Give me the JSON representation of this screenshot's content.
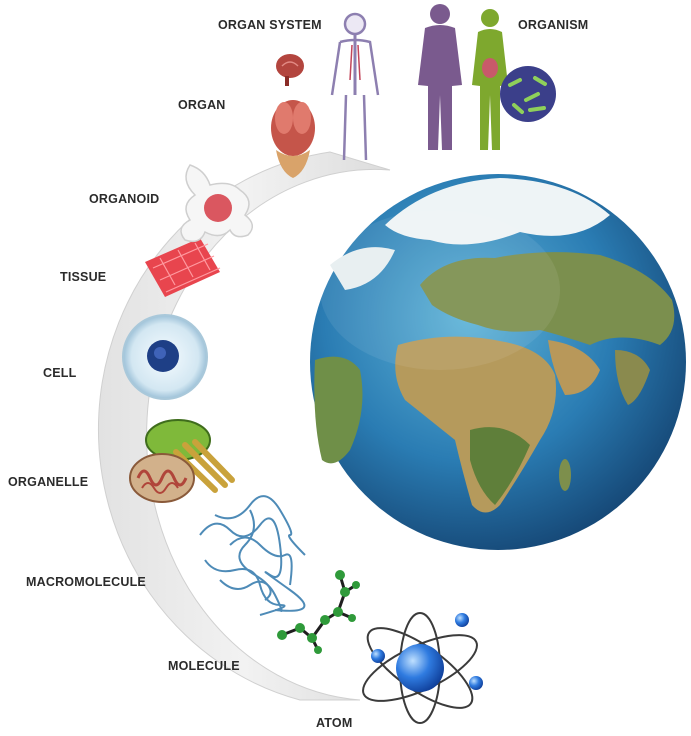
{
  "levels": [
    {
      "label": "ORGAN SYSTEM"
    },
    {
      "label": "ORGANISM"
    },
    {
      "label": "ORGAN"
    },
    {
      "label": "ORGANOID"
    },
    {
      "label": "TISSUE"
    },
    {
      "label": "CELL"
    },
    {
      "label": "ORGANELLE"
    },
    {
      "label": "MACROMOLECULE"
    },
    {
      "label": "MOLECULE"
    },
    {
      "label": "ATOM"
    }
  ],
  "colors": {
    "arc": "#e9e9e9",
    "ocean": "#1e6fa8",
    "land": "#a8915a",
    "atom": "#2a6fd0",
    "molecule": "#2f9a3a",
    "protein": "#3b7fb0",
    "tissue": "#e8454e",
    "organism_skin_a": "#7a5a8e",
    "organism_skin_b": "#7ea82e"
  }
}
